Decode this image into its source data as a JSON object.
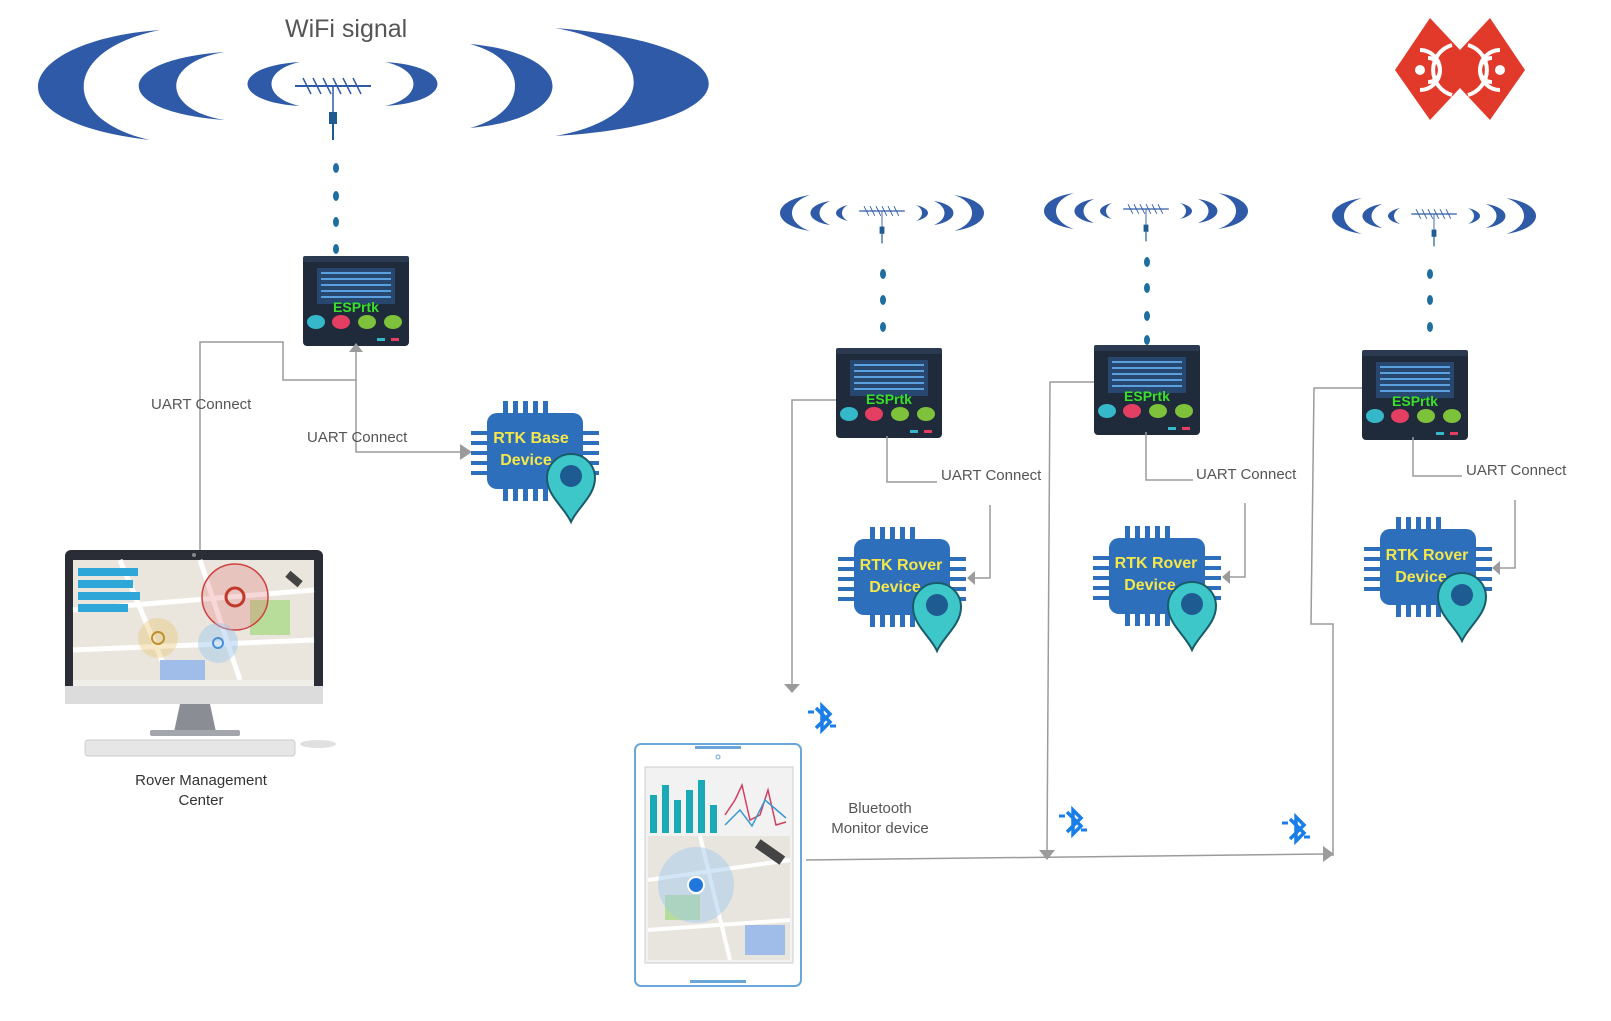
{
  "wifi_title": "WiFi signal",
  "esprtk_label": "ESPrtk",
  "uart_label": "UART Connect",
  "base_device": {
    "line1": "RTK Base",
    "line2": "Device"
  },
  "rover_device": {
    "line1": "RTK Rover",
    "line2": "Device"
  },
  "management_center": {
    "line1": "Rover Management",
    "line2": "Center"
  },
  "bluetooth_monitor": {
    "line1": "Bluetooth",
    "line2": "Monitor device"
  },
  "colors": {
    "wifi_blue": "#2f5aa8",
    "line_gray": "#9b9b9b",
    "chip_blue": "#2e6fbc",
    "chip_text": "#f4e74a",
    "pin_teal": "#3ec7c8",
    "esprtk_green": "#39e02a",
    "bluetooth": "#1a7ee8",
    "logo_red": "#e23a2a"
  }
}
